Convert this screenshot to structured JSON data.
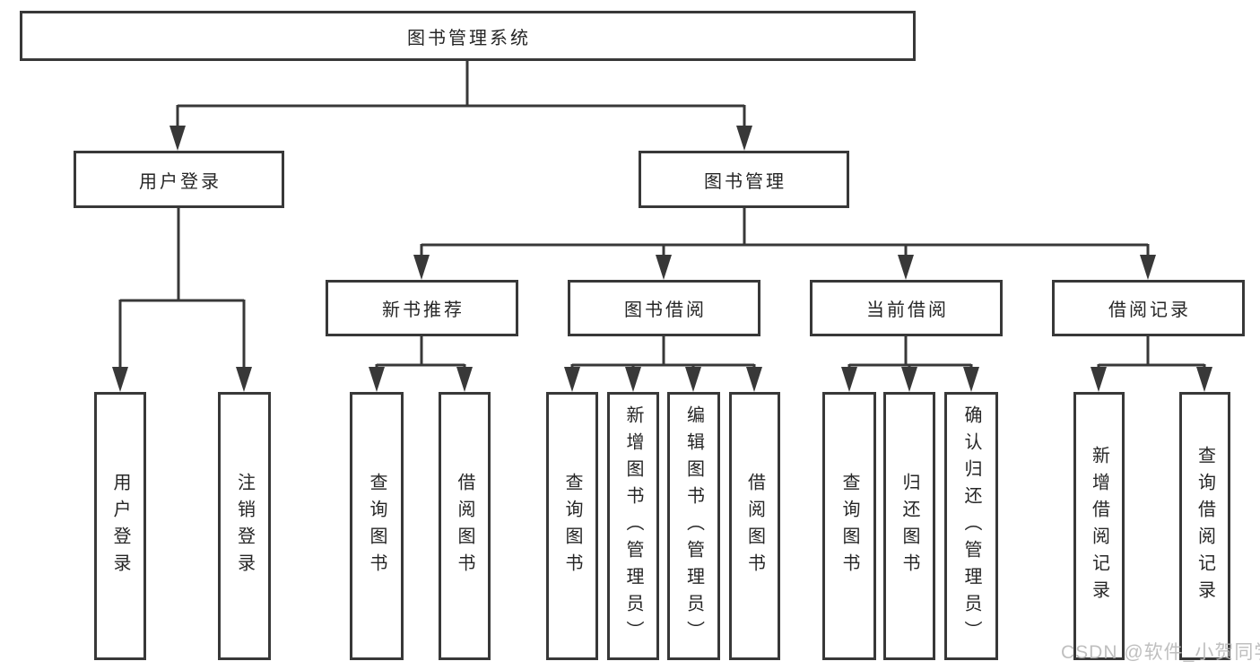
{
  "nodes": {
    "root": "图书管理系统",
    "level2": {
      "user_login": "用户登录",
      "book_management": "图书管理"
    },
    "level3": {
      "new_books": "新书推荐",
      "book_borrow": "图书借阅",
      "current_borrow": "当前借阅",
      "borrow_records": "借阅记录"
    },
    "leaves": {
      "login": [
        "用户登录",
        "注销登录"
      ],
      "new_books": [
        "查询图书",
        "借阅图书"
      ],
      "book_borrow": [
        "查询图书",
        "新增图书（管理员）",
        "编辑图书（管理员）",
        "借阅图书"
      ],
      "current_borrow": [
        "查询图书",
        "归还图书",
        "确认归还（管理员）"
      ],
      "borrow_records": [
        "新增借阅记录",
        "查询借阅记录"
      ]
    }
  },
  "watermark": "CSDN @软件_小贺同学",
  "colors": {
    "line": "#383838",
    "text": "#262626",
    "background": "#ffffff",
    "watermark": "#b9b9b9"
  }
}
